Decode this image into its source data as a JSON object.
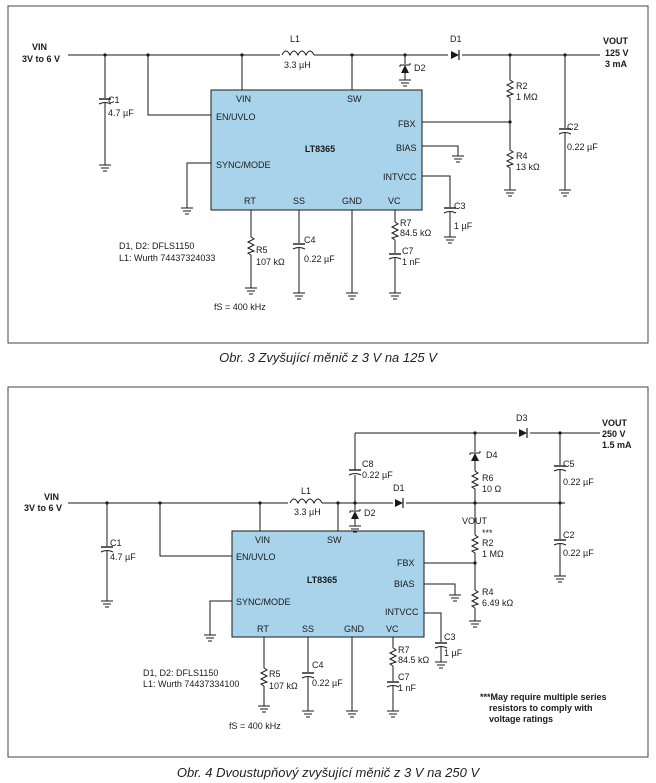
{
  "figure1": {
    "caption": "Obr. 3  Zvyšující měnič z 3 V na 125 V",
    "chip": {
      "name": "LT8365",
      "pins": {
        "vin": "VIN",
        "sw": "SW",
        "en": "EN/UVLO",
        "fbx": "FBX",
        "bias": "BIAS",
        "sync": "SYNC/MODE",
        "intvcc": "INTVCC",
        "rt": "RT",
        "ss": "SS",
        "gnd": "GND",
        "vc": "VC"
      }
    },
    "vin": {
      "label": "VIN",
      "range": "3V to 6 V"
    },
    "vout": {
      "label": "VOUT",
      "voltage": "125 V",
      "current": "3 mA"
    },
    "L1": {
      "ref": "L1",
      "value": "3.3 µH"
    },
    "D1": {
      "ref": "D1"
    },
    "D2": {
      "ref": "D2"
    },
    "C1": {
      "ref": "C1",
      "value": "4.7 µF"
    },
    "C2": {
      "ref": "C2",
      "value": "0.22 µF"
    },
    "C3": {
      "ref": "C3",
      "value": "1 µF"
    },
    "C4": {
      "ref": "C4",
      "value": "0.22 µF"
    },
    "C7": {
      "ref": "C7",
      "value": "1 nF"
    },
    "R2": {
      "ref": "R2",
      "value": "1 MΩ"
    },
    "R4": {
      "ref": "R4",
      "value": "13 kΩ"
    },
    "R5": {
      "ref": "R5",
      "value": "107 kΩ"
    },
    "R7": {
      "ref": "R7",
      "value": "84.5 kΩ"
    },
    "notes": {
      "diodes": "D1, D2: DFLS1150",
      "inductor": "L1: Wurth 74437324033",
      "freq": "fS = 400 kHz"
    }
  },
  "figure2": {
    "caption": "Obr. 4  Dvoustupňový zvyšující měnič z 3 V na 250 V",
    "chip": {
      "name": "LT8365",
      "pins": {
        "vin": "VIN",
        "sw": "SW",
        "en": "EN/UVLO",
        "fbx": "FBX",
        "bias": "BIAS",
        "sync": "SYNC/MODE",
        "intvcc": "INTVCC",
        "rt": "RT",
        "ss": "SS",
        "gnd": "GND",
        "vc": "VC"
      }
    },
    "vin": {
      "label": "VIN",
      "range": "3V to 6 V"
    },
    "vout": {
      "label": "VOUT",
      "voltage": "250 V",
      "current": "1.5 mA"
    },
    "vout_mid": "VOUT",
    "L1": {
      "ref": "L1",
      "value": "3.3 µH"
    },
    "D1": {
      "ref": "D1"
    },
    "D2": {
      "ref": "D2"
    },
    "D3": {
      "ref": "D3"
    },
    "D4": {
      "ref": "D4"
    },
    "C1": {
      "ref": "C1",
      "value": "4.7 µF"
    },
    "C2": {
      "ref": "C2",
      "value": "0.22 µF"
    },
    "C3": {
      "ref": "C3",
      "value": "1 µF"
    },
    "C4": {
      "ref": "C4",
      "value": "0.22 µF"
    },
    "C5": {
      "ref": "C5",
      "value": "0.22 µF"
    },
    "C7": {
      "ref": "C7",
      "value": "1 nF"
    },
    "C8": {
      "ref": "C8",
      "value": "0.22 µF"
    },
    "R2": {
      "ref": "R2",
      "value": "1 MΩ",
      "mark": "***"
    },
    "R4": {
      "ref": "R4",
      "value": "6.49 kΩ"
    },
    "R5": {
      "ref": "R5",
      "value": "107 kΩ"
    },
    "R6": {
      "ref": "R6",
      "value": "10 Ω"
    },
    "R7": {
      "ref": "R7",
      "value": "84.5 kΩ"
    },
    "notes": {
      "diodes": "D1, D2: DFLS1150",
      "inductor": "L1: Wurth 74437334100",
      "freq": "fS = 400 kHz",
      "series_note": [
        "***May require multiple series",
        "resistors to comply with",
        "voltage ratings"
      ]
    }
  }
}
